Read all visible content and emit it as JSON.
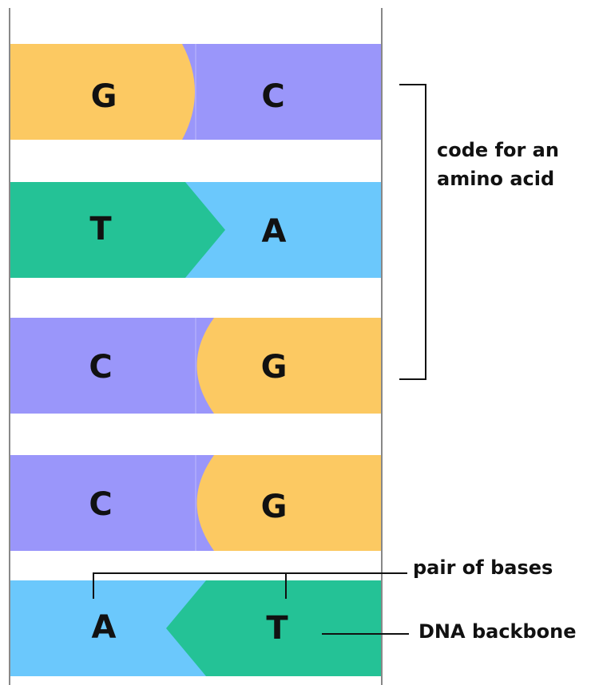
{
  "colors": {
    "guanine": "#FCC962",
    "cytosine": "#9A96FA",
    "thymine": "#24C296",
    "adenine": "#6BC8FC",
    "line": "#111111",
    "backbone_line": "#888888"
  },
  "base_pairs": [
    {
      "left": "G",
      "right": "C"
    },
    {
      "left": "T",
      "right": "A"
    },
    {
      "left": "C",
      "right": "G"
    },
    {
      "left": "C",
      "right": "G"
    },
    {
      "left": "A",
      "right": "T"
    }
  ],
  "labels": {
    "codon_line1": "code for an",
    "codon_line2": "amino acid",
    "pair_of_bases": "pair of bases",
    "dna_backbone": "DNA backbone"
  }
}
